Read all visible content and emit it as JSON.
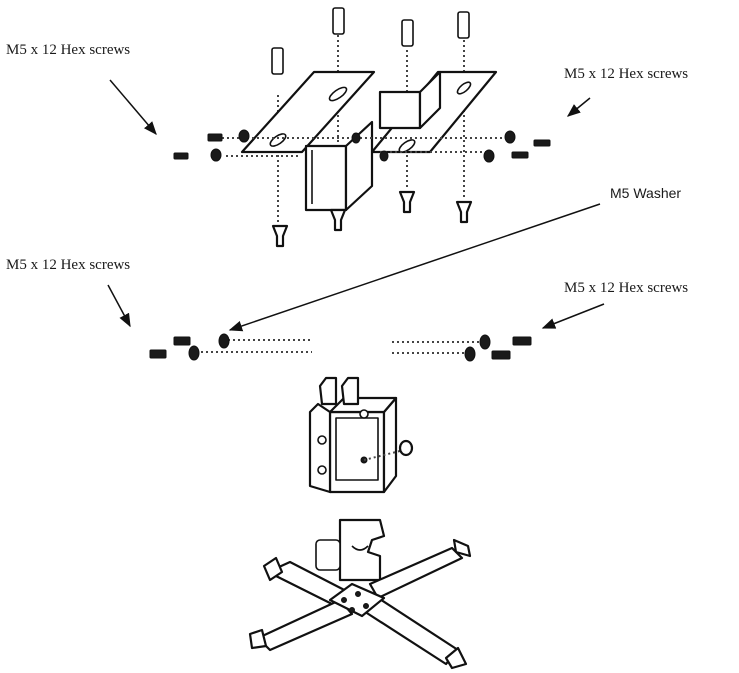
{
  "labels": {
    "top_left": "M5 x 12 Hex screws",
    "top_right": "M5 x 12 Hex screws",
    "washer": "M5 Washer",
    "mid_left": "M5 x 12 Hex screws",
    "mid_right": "M5 x 12 Hex screws"
  }
}
